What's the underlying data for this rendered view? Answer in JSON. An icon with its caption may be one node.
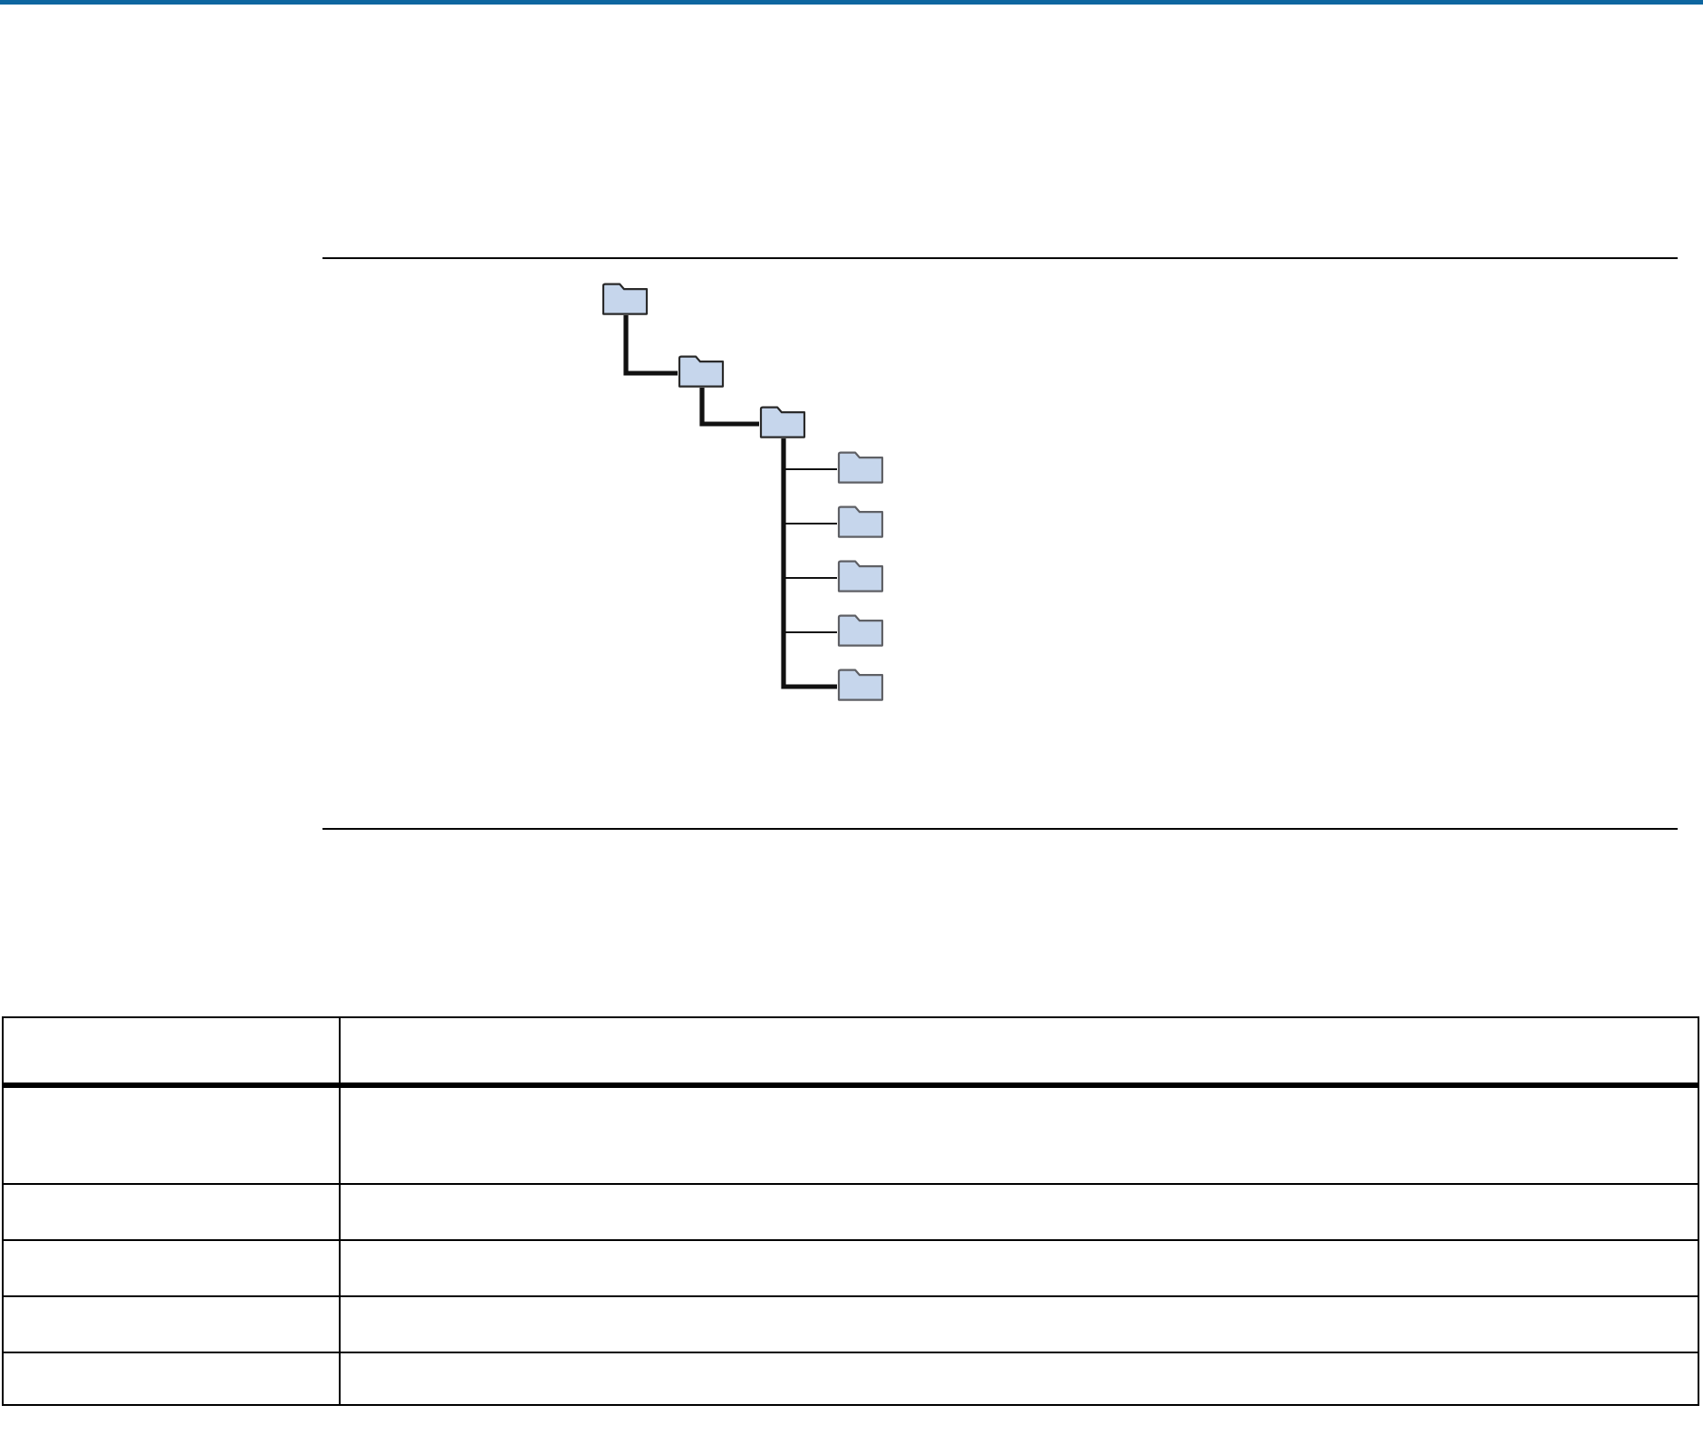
{
  "diagram": {
    "nodes": [
      {
        "text": [],
        "shape": "folder"
      },
      {
        "text": [],
        "shape": "folder"
      },
      {
        "text": [],
        "shape": "folder"
      },
      {
        "text": [],
        "shape": "folder"
      },
      {
        "text": [],
        "shape": "folder"
      },
      {
        "text": [],
        "shape": "folder"
      },
      {
        "text": [],
        "shape": "folder"
      },
      {
        "text": [],
        "shape": "folder"
      }
    ],
    "edges": [
      {
        "from": 0,
        "to": 1,
        "arrow": "none",
        "style": "thick"
      },
      {
        "from": 1,
        "to": 2,
        "arrow": "none",
        "style": "thick"
      },
      {
        "from": 2,
        "to": 3,
        "arrow": "none"
      },
      {
        "from": 2,
        "to": 4,
        "arrow": "none"
      },
      {
        "from": 2,
        "to": 5,
        "arrow": "none"
      },
      {
        "from": 2,
        "to": 6,
        "arrow": "none"
      },
      {
        "from": 2,
        "to": 7,
        "arrow": "none",
        "style": "thick"
      }
    ]
  }
}
